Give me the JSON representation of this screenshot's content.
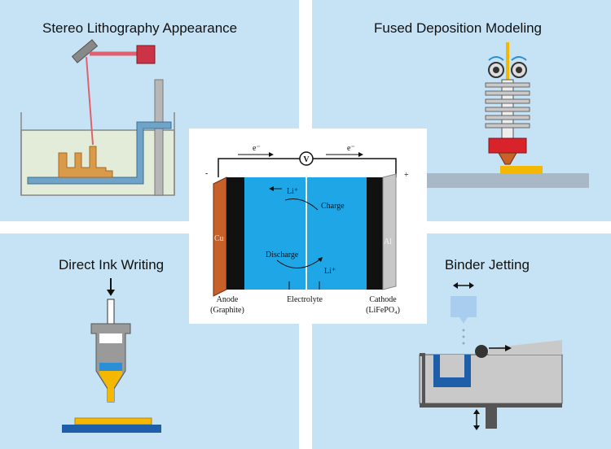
{
  "titles": {
    "sla": "Stereo Lithography Appearance",
    "fdm": "Fused Deposition Modeling",
    "diw": "Direct Ink Writing",
    "bj": "Binder Jetting"
  },
  "battery": {
    "electron_left": "e⁻",
    "electron_right": "e⁻",
    "voltmeter": "V",
    "minus": "-",
    "plus": "+",
    "cu": "Cu",
    "al": "Al",
    "li_top": "Li⁺",
    "li_bottom": "Li⁺",
    "charge": "Charge",
    "discharge": "Discharge",
    "anode": "Anode",
    "anode_sub": "(Graphite)",
    "electrolyte": "Electrolyte",
    "cathode": "Cathode",
    "cathode_sub": "(LiFePO₄)"
  },
  "colors": {
    "panel": "#c6e3f5",
    "electrolyte": "#1fa6e6",
    "copper": "#c8602a",
    "aluminum": "#c8c8c8",
    "resin_part": "#d99b4a",
    "red_block": "#d8232a",
    "yellow": "#f5b800",
    "dark_blue": "#1f5ea8",
    "gray": "#9a9a9a"
  }
}
